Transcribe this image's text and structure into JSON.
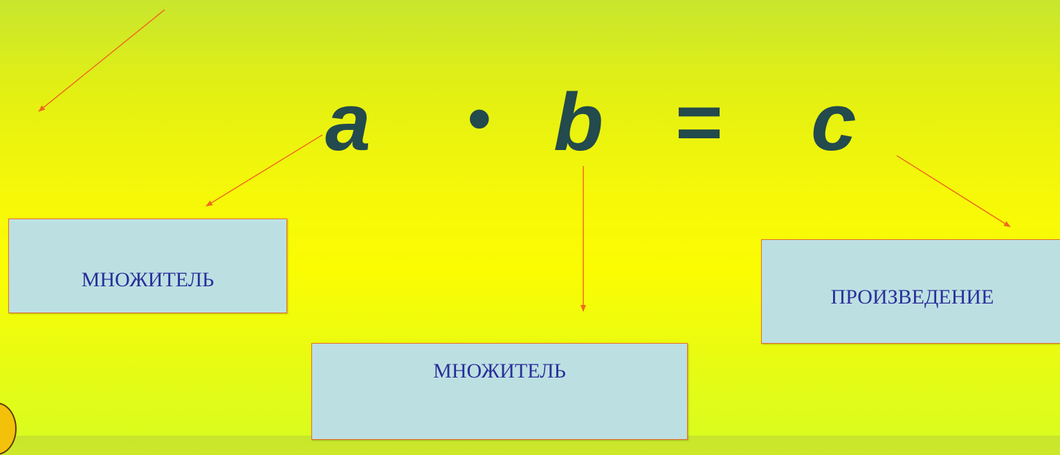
{
  "formula": {
    "term_a": "a",
    "operator_multiply": "•",
    "term_b": "b",
    "operator_equals": "=",
    "term_c": "c"
  },
  "labels": {
    "factor_a": "МНОЖИТЕЛЬ",
    "factor_b": "МНОЖИТЕЛЬ",
    "product": "ПРОИЗВЕДЕНИЕ"
  },
  "colors": {
    "formula_text": "#234a4c",
    "label_text": "#2a2e9a",
    "box_fill": "#bce0e2",
    "box_border": "#e86a2a",
    "arrow": "#f06a1e",
    "background_top": "#c8e62e",
    "background_middle": "#fbfc02"
  }
}
